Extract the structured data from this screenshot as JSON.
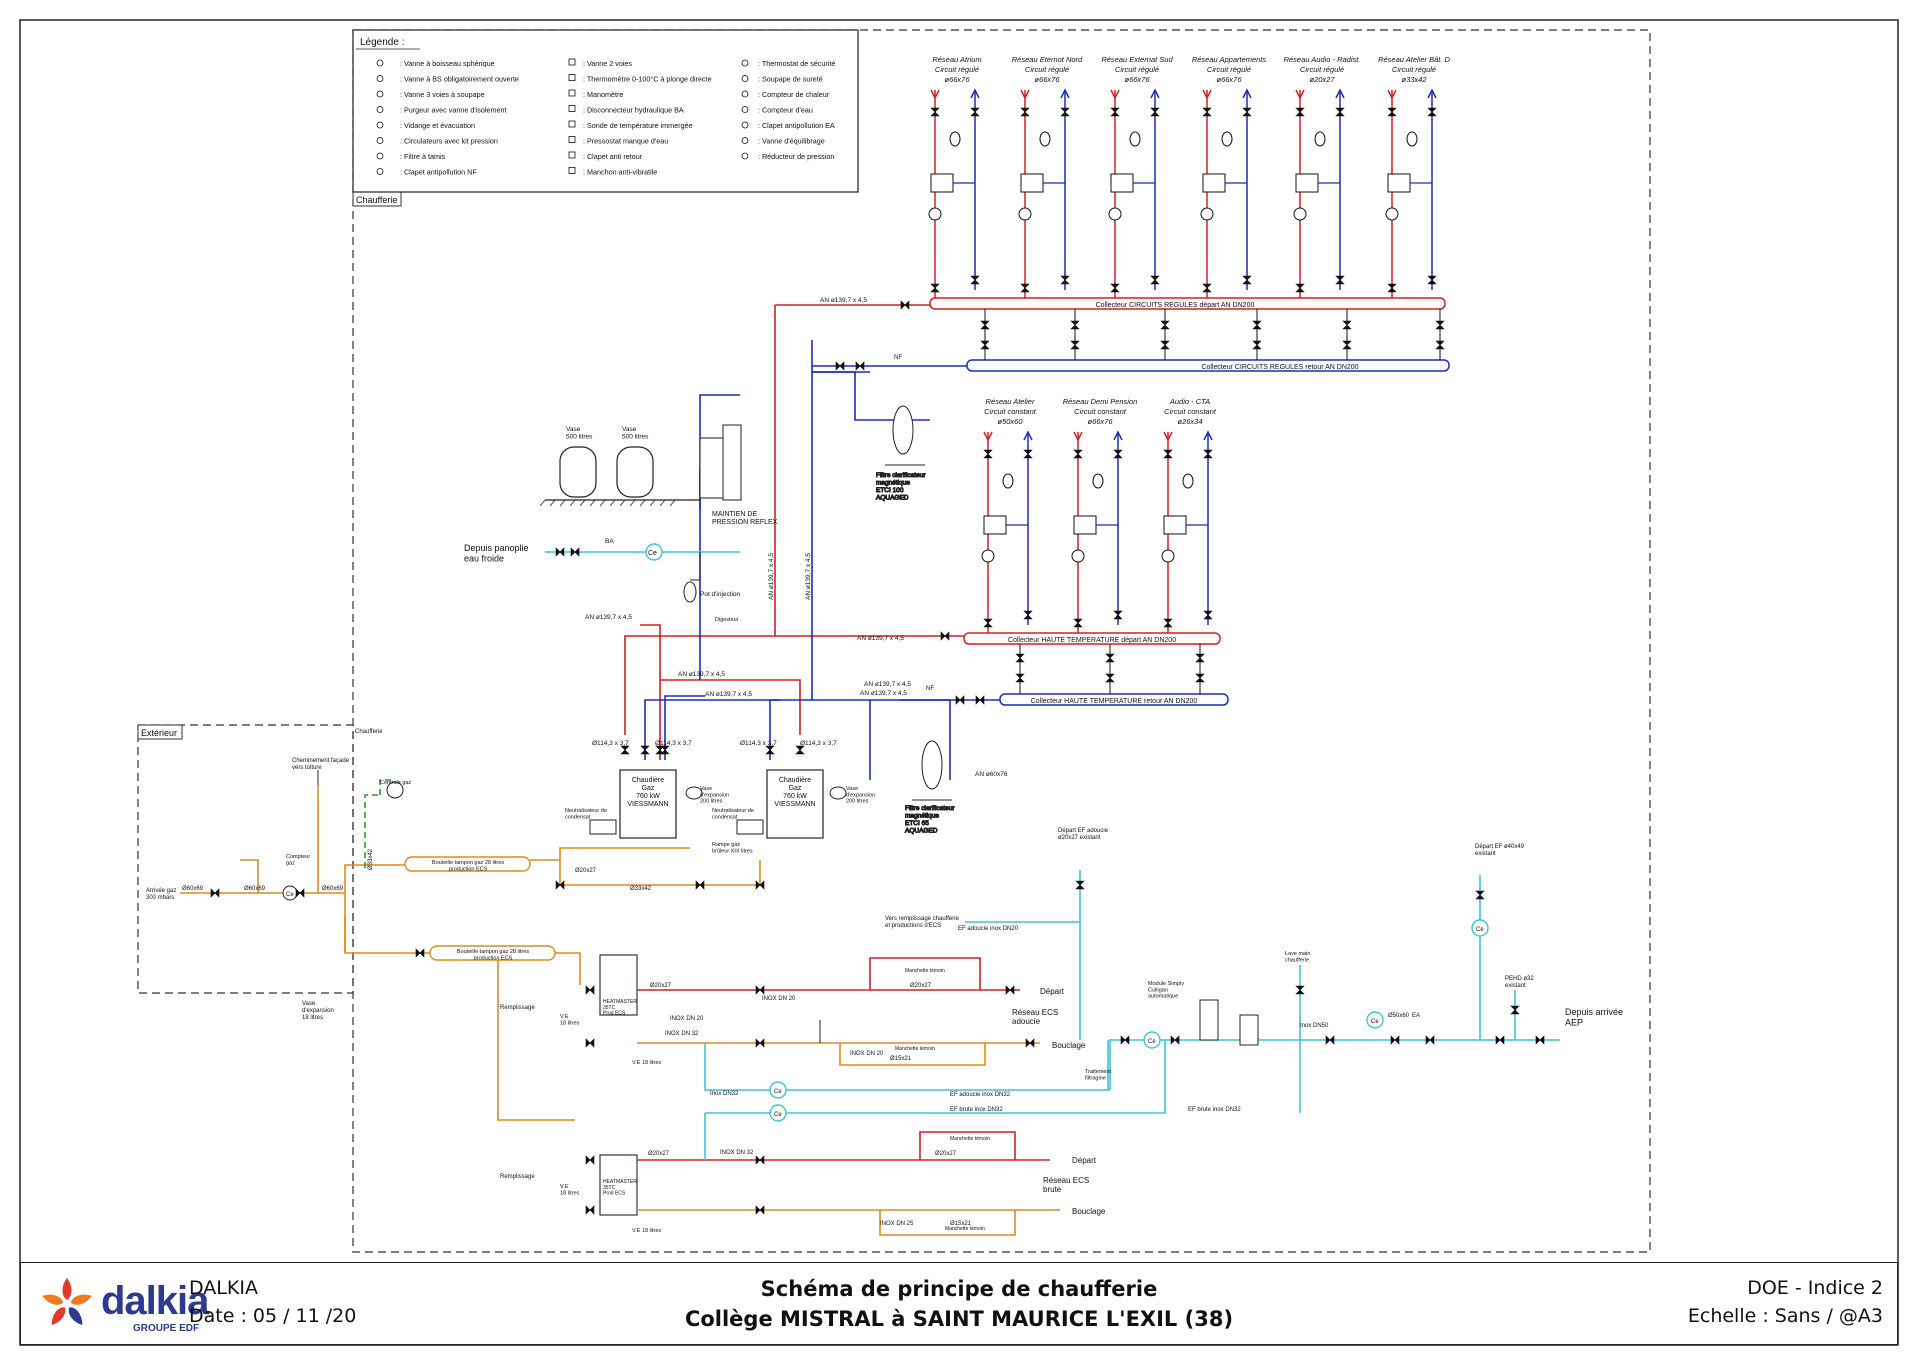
{
  "legend": {
    "title": "Légende :",
    "col1": [
      ": Vanne à boisseau sphérique",
      ": Vanne à BS obligatoirement ouverte",
      ": Vanne 3 voies à soupape",
      ": Purgeur avec vanne d'isolement",
      ": Vidange et évacuation",
      ": Circulateurs avec kit pression",
      ": Filtre à tamis",
      ": Clapet antipollution NF"
    ],
    "col2": [
      ": Vanne 2 voies",
      ": Thermomètre 0-100°C à plonge directe",
      ": Manomètre",
      ": Disconnecteur hydraulique BA",
      ": Sonde de température immergée",
      ": Pressostat manque d'eau",
      ": Clapet anti retour",
      ": Manchon anti-vibratile"
    ],
    "col3": [
      ": Thermostat de sécurité",
      ": Soupape de sureté",
      ": Compteur de chaleur",
      ": Compteur d'eau",
      ": Clapet antipollution EA",
      ": Vanne d'équilibrage",
      ": Réducteur de pression"
    ]
  },
  "zones": {
    "chaufferie": "Chaufferie",
    "exterieur": "Extérieur",
    "chaufferie_small": "Chaufferie"
  },
  "regulated_circuits": [
    {
      "name": "Réseau Atrium",
      "type": "Circuit régulé",
      "size": "ø66x76"
    },
    {
      "name": "Réseau Eternot Nord",
      "type": "Circuit régulé",
      "size": "ø66x76"
    },
    {
      "name": "Réseau Externat Sud",
      "type": "Circuit régulé",
      "size": "ø66x76"
    },
    {
      "name": "Réseau Appartements",
      "type": "Circuit régulé",
      "size": "ø66x76"
    },
    {
      "name": "Réseau Audio - Radist.",
      "type": "Circuit régulé",
      "size": "ø20x27"
    },
    {
      "name": "Réseau Atelier Bât. D",
      "type": "Circuit régulé",
      "size": "ø33x42"
    }
  ],
  "constant_circuits": [
    {
      "name": "Réseau Atelier",
      "type": "Circuit constant",
      "size": "ø50x60"
    },
    {
      "name": "Réseau Demi Pension",
      "type": "Circuit constant",
      "size": "ø66x76"
    },
    {
      "name": "Audio - CTA",
      "type": "Circuit constant",
      "size": "ø26x34"
    }
  ],
  "collectors": {
    "regulated_supply": "Collecteur CIRCUITS REGULES départ AN DN200",
    "regulated_return": "Collecteur CIRCUITS REGULES retour AN DN200",
    "ht_supply": "Collecteur HAUTE TEMPERATURE départ AN DN200",
    "ht_return": "Collecteur HAUTE TEMPERATURE retour AN DN200"
  },
  "pipe_labels": {
    "an139_a": "AN ø139,7 x 4,5",
    "an139_b": "AN ø139,7 x 4,5",
    "an139_c": "AN ø139,7 x 4,5",
    "an139_d": "AN ø139,7 x 4,5",
    "an139_e": "AN ø139,7 x 4,5",
    "an139_f": "AN ø139,7 x 4,5",
    "an139_g": "AN ø139,7 x 4,5",
    "an139_v1": "AN ø139,7 x 4,5",
    "an139_v2": "AN ø139,7 x 4,5",
    "boiler_pipe1": "Ø114,3 x 3,7",
    "boiler_pipe2": "Ø114,3 x 3,7",
    "boiler_pipe3": "Ø114,3 x 3,7",
    "boiler_pipe4": "Ø114,3 x 3,7",
    "an_ec": "AN ø60x76",
    "gas_pipe1": "Ø60x69",
    "gas_pipe2": "Ø60x69",
    "gas_pipe3": "Ø60x69",
    "gas_pipe4": "Ø33x42",
    "gas_pipe5": "Ø20x27",
    "gas_pipe6": "Ø33x42",
    "ef_adoucie": "EF adoucie inox DN20",
    "ef_adoucie2": "EF adoucie inox DN32",
    "ef_brute": "EF brute inox DN32",
    "ef_brute2": "EF brute inox DN32",
    "inox_dn20_1": "INOX DN 20",
    "inox_dn32_1": "INOX DN 32",
    "inox_dn20_2": "INOX DN 20",
    "inox_dn20_3": "INOX DN 20",
    "inox_dn32_2": "INOX DN 32",
    "inox_dn25": "INOX DN 25",
    "inox_dn32_3": "Inox DN32",
    "inox_dn50": "Inox DN50",
    "d20x27_1": "Ø20x27",
    "d20x27_2": "Ø20x27",
    "d20x27_3": "Ø20x27",
    "d20x27_4": "Ø20x27",
    "d15x21_1": "Ø15x21",
    "d15x21_2": "Ø15x21",
    "d50x60": "Ø50x60"
  },
  "equipment": {
    "vase1": "Vase\n500 litres",
    "vase2": "Vase\n500 litres",
    "maintien": "MAINTIEN DE\nPRESSION REFLEX",
    "depuis_panoplie": "Depuis panoplie\neau froide",
    "pot_injection": "Pot d'injection",
    "filtre1": "Filtre clarificateur\nmagnétique\nETCI 100\nAQUAGED",
    "filtre2": "Filtre clarificateur\nmagnétique\nETCI 65\nAQUAGED",
    "boiler1": "Chaudière\nGaz\n760 kW\nVIESSMANN",
    "boiler2": "Chaudière\nGaz\n760 kW\nVIESSMANN",
    "neutra1": "Neutralisateur de\ncondensat",
    "neutra2": "Neutralisateur de\ncondensat",
    "vase_exp1": "Vase\nd'expansion\n200 litres",
    "vase_exp2": "Vase\nd'expansion\n200 litres",
    "cheminement": "Cheminement façade\nvers toiture",
    "arrivee_gaz": "Arrivée gaz\n300 mbars",
    "compteur_gaz": "Compteur\ngaz",
    "bouteille1": "Bouteille tampon gaz 28 litres\nproduction ECS",
    "bouteille2": "Bouteille tampon gaz 28 litres\nproduction ECS",
    "rampe_gaz": "Rampe gaz\nbrûleur XIX litres",
    "vase_exp3": "Vase\nd'expansion\n18 litres",
    "centrale_gaz": "Centrale gaz",
    "reseau_ecs_adoucie": "Réseau ECS\nadoucie",
    "reseau_ecs_brute": "Réseau ECS\nbrute",
    "depart1": "Départ",
    "depart2": "Départ",
    "bouclage1": "Bouclage",
    "bouclage2": "Bouclage",
    "remplissage1": "Remplissage",
    "remplissage2": "Remplissage",
    "heatmaster1": "HEATMASTER\n35TC\nProd ECS",
    "heatmaster2": "HEATMASTER\n35TC\nProd ECS",
    "ve1": "V.E\n18 litres",
    "ve2": "V.E\n18 litres",
    "ve3": "V.E 18 litres",
    "ve4": "V.E 18 litres",
    "depart_ef_adoucie": "Départ EF adoucie\nø20x27 existant",
    "depart_ef_brute": "Départ EF ø40x49\nexistant",
    "vers_remplissage": "Vers remplissage chaufferie\net productions d'ECS",
    "module_simply": "Module Simply\nCulligan\nautomatique",
    "traitement": "Traitement\nfiltragine",
    "lave_main": "Lave main\nchaufferie",
    "depuis_aep": "Depuis arrivée\nAEP",
    "pehd": "PEHD ø32\nexistant",
    "manchette1": "Manchette témoin",
    "manchette2": "Manchette témoin",
    "manchette3": "Manchette témoin",
    "manchette4": "Manchette témoin",
    "nf": "NF",
    "nf2": "NF",
    "ba": "BA",
    "ea": "EA",
    "ce": "Ce",
    "digesteur": "Digesteur"
  },
  "title_block": {
    "company": "DALKIA",
    "date": "Date :  05 / 11 /20",
    "logo_text": "dalkia",
    "logo_sub": "GROUPE EDF",
    "title_line1": "Schéma de principe de chaufferie",
    "title_line2": "Collège MISTRAL à SAINT MAURICE L'EXIL (38)",
    "revision": "DOE - Indice 2",
    "scale": "Echelle : Sans / @A3"
  },
  "colors": {
    "supply": "#d42020",
    "return": "#1a2fb8",
    "gas": "#e08a1e",
    "cold_water": "#3fc4d8",
    "gas_dashed": "#2aa02a",
    "logo_blue": "#2c3a8f",
    "logo_red": "#e03a2a"
  }
}
